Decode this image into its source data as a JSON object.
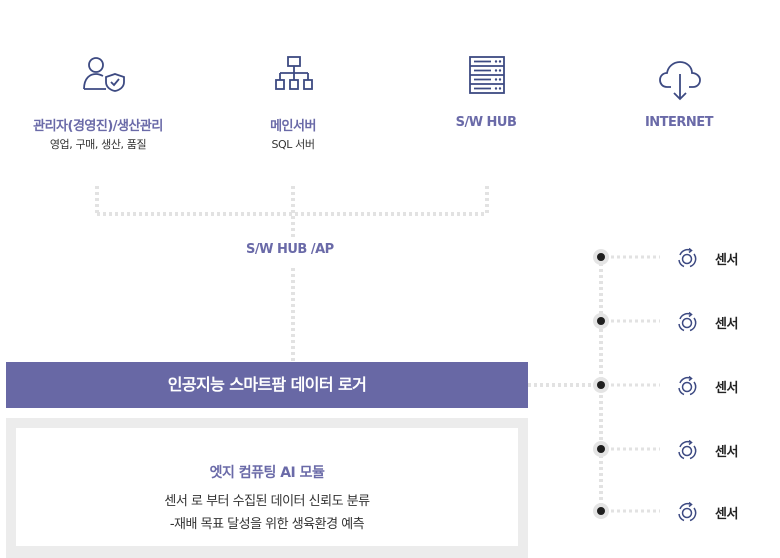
{
  "nodes": [
    {
      "label": "관리자(경영진)/생산관리",
      "sub": "영업, 구매, 생산, 품질",
      "icon": "user-shield-icon"
    },
    {
      "label": "메인서버",
      "sub": "SQL 서버",
      "icon": "network-tree-icon"
    },
    {
      "label": "S/W HUB",
      "sub": "",
      "icon": "server-rack-icon"
    },
    {
      "label": "INTERNET",
      "sub": "",
      "icon": "cloud-download-icon"
    }
  ],
  "hub_label": "S/W HUB /AP",
  "banner_title": "인공지능 스마트팜 데이터 로거",
  "module": {
    "title": "엣지 컴퓨팅 AI 모듈",
    "line1": "센서 로 부터 수집된 데이터 신뢰도 분류",
    "line2": "-재배 목표 달성을 위한 생육환경 예측"
  },
  "sensors": [
    {
      "label": "센서",
      "icon": "sensor-cycle-icon"
    },
    {
      "label": "센서",
      "icon": "sensor-cycle-icon"
    },
    {
      "label": "센서",
      "icon": "sensor-cycle-icon"
    },
    {
      "label": "센서",
      "icon": "sensor-cycle-icon"
    },
    {
      "label": "센서",
      "icon": "sensor-cycle-icon"
    }
  ],
  "colors": {
    "accent": "#6868a5",
    "icon": "#3d4a82",
    "dots": "#e2e2e2"
  }
}
